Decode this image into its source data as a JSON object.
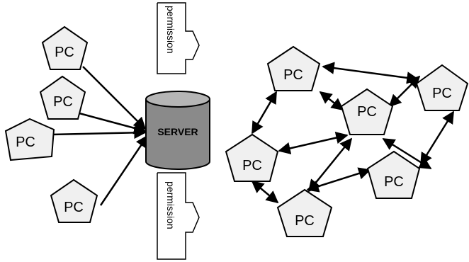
{
  "pc_label": "PC",
  "server": {
    "label": "SERVER"
  },
  "permission": {
    "top_label": "permission",
    "bottom_label": "permission"
  },
  "colors": {
    "pentagon_fill": "#f0f0f0",
    "server_fill": "#8a8a8a",
    "server_top": "#b5b5b5",
    "stroke": "#000000"
  }
}
